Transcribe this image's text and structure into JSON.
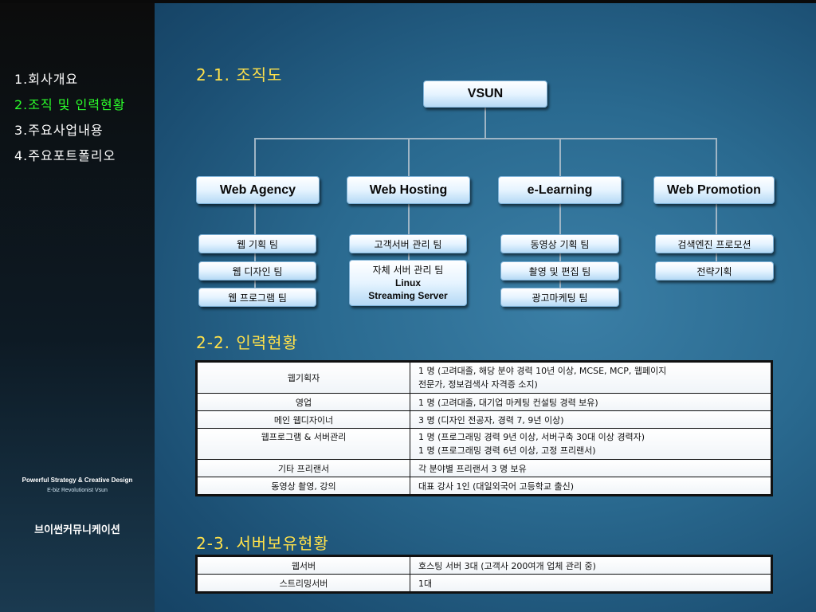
{
  "nav": {
    "items": [
      {
        "label": "1.회사개요"
      },
      {
        "label": "2.조직 및 인력현황"
      },
      {
        "label": "3.주요사업내용"
      },
      {
        "label": "4.주요포트폴리오"
      }
    ],
    "active_index": 1
  },
  "sidebar": {
    "tagline": "Powerful Strategy & Creative Design",
    "subtagline": "E-biz Revolutionist Vsun",
    "company": "브이썬커뮤니케이션"
  },
  "org": {
    "title": "2-1. 조직도",
    "root": "VSUN",
    "divisions": [
      {
        "name": "Web Agency",
        "teams": [
          "웹 기획 팀",
          "웹 디자인 팀",
          "웹 프로그램 팀"
        ]
      },
      {
        "name": "Web Hosting",
        "teams": [
          "고객서버 관리 팀"
        ],
        "special": [
          "자체 서버 관리 팀",
          "Linux",
          "Streaming Server"
        ]
      },
      {
        "name": "e-Learning",
        "teams": [
          "동영상 기획 팀",
          "촬영 및 편집 팀",
          "광고마케팅 팀"
        ]
      },
      {
        "name": "Web Promotion",
        "teams": [
          "검색엔진 프로모션",
          "전략기획"
        ]
      }
    ]
  },
  "staff": {
    "title": "2-2. 인력현황",
    "rows": [
      {
        "role": "웹기획자",
        "desc": [
          "1 명 (고려대졸, 해당 분야 경력 10년 이상, MCSE, MCP, 웹페이지",
          "전문가, 정보검색사 자격증 소지)"
        ]
      },
      {
        "role": "영업",
        "desc": [
          "1 명 (고려대졸, 대기업 마케팅 컨설팅 경력 보유)"
        ]
      },
      {
        "role": "메인 웹디자이너",
        "desc": [
          "3 명 (디자인 전공자, 경력 7, 9년 이상)"
        ]
      },
      {
        "role": "웹프로그램 & 서버관리",
        "desc": [
          "1 명 (프로그래밍 경력 9년 이상, 서버구축 30대 이상 경력자)",
          "1 명 (프로그래밍 경력 6년 이상, 고정 프리랜서)"
        ]
      },
      {
        "role": "기타 프리랜서",
        "desc": [
          "각 분야별 프리랜서 3 명 보유"
        ]
      },
      {
        "role": "동영상 촬영, 강의",
        "desc": [
          "대표 강사 1인 (대일외국어 고등학교 출신)"
        ]
      }
    ]
  },
  "servers": {
    "title": "2-3. 서버보유현황",
    "rows": [
      {
        "type": "웹서버",
        "desc": "호스팅 서버 3대 (고객사 200여개 업체 관리  중)"
      },
      {
        "type": "스트리밍서버",
        "desc": "1대"
      }
    ]
  },
  "colors": {
    "accent_title": "#ffe14a",
    "active_nav": "#2bff2b",
    "box_gradient_top": "#ffffff",
    "box_gradient_bottom": "#b5d9f5"
  }
}
